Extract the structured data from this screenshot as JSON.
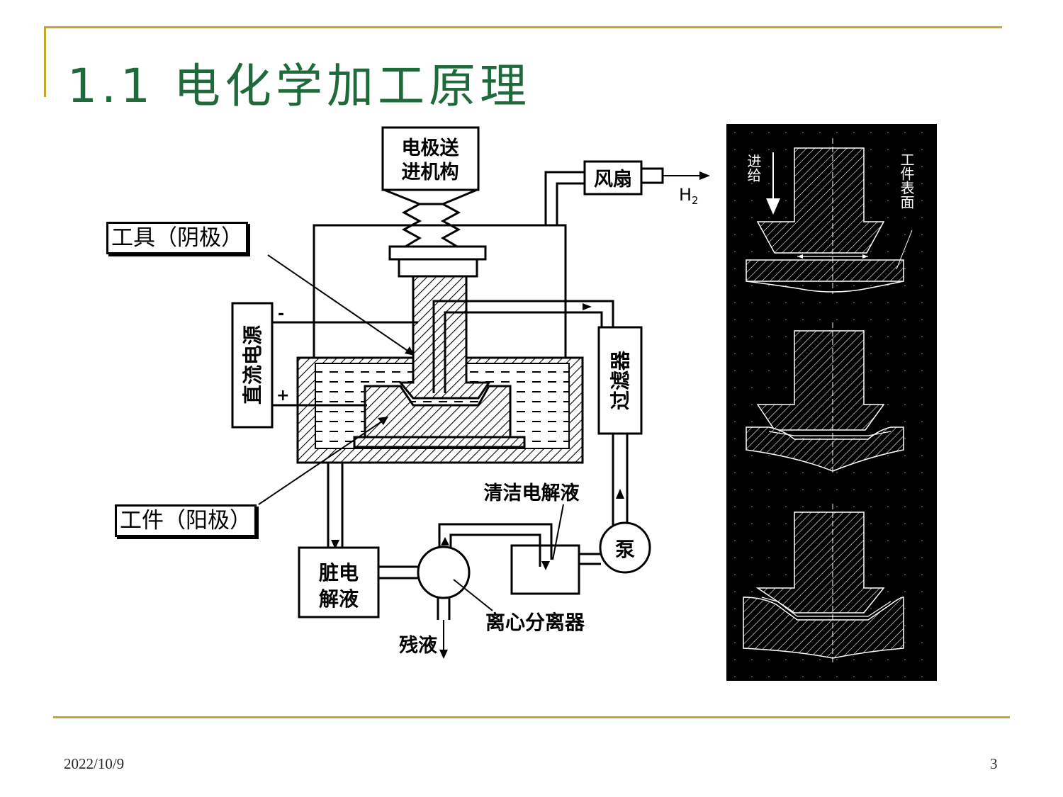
{
  "slide": {
    "title": "1.1 电化学加工原理",
    "date": "2022/10/9",
    "page_number": "3",
    "accent_color": "#c8a42a",
    "title_color": "#1f6a3a"
  },
  "left_diagram": {
    "feed_mechanism": [
      "电极送",
      "进机构"
    ],
    "fan": "风扇",
    "hydrogen": "H",
    "hydrogen_sub": "2",
    "dc_power": "直流电源",
    "minus": "-",
    "plus": "+",
    "filter": "过滤器",
    "clean_electrolyte": "清洁电解液",
    "pump": "泵",
    "dirty_electrolyte": [
      "脏电",
      "解液"
    ],
    "centrifuge": "离心分离器",
    "residue": "残液",
    "tool_callout": "工具（阴极）",
    "workpiece_callout": "工件（阳极）"
  },
  "right_diagram": {
    "feed_label": "进给",
    "surface_label": "工件表面"
  }
}
